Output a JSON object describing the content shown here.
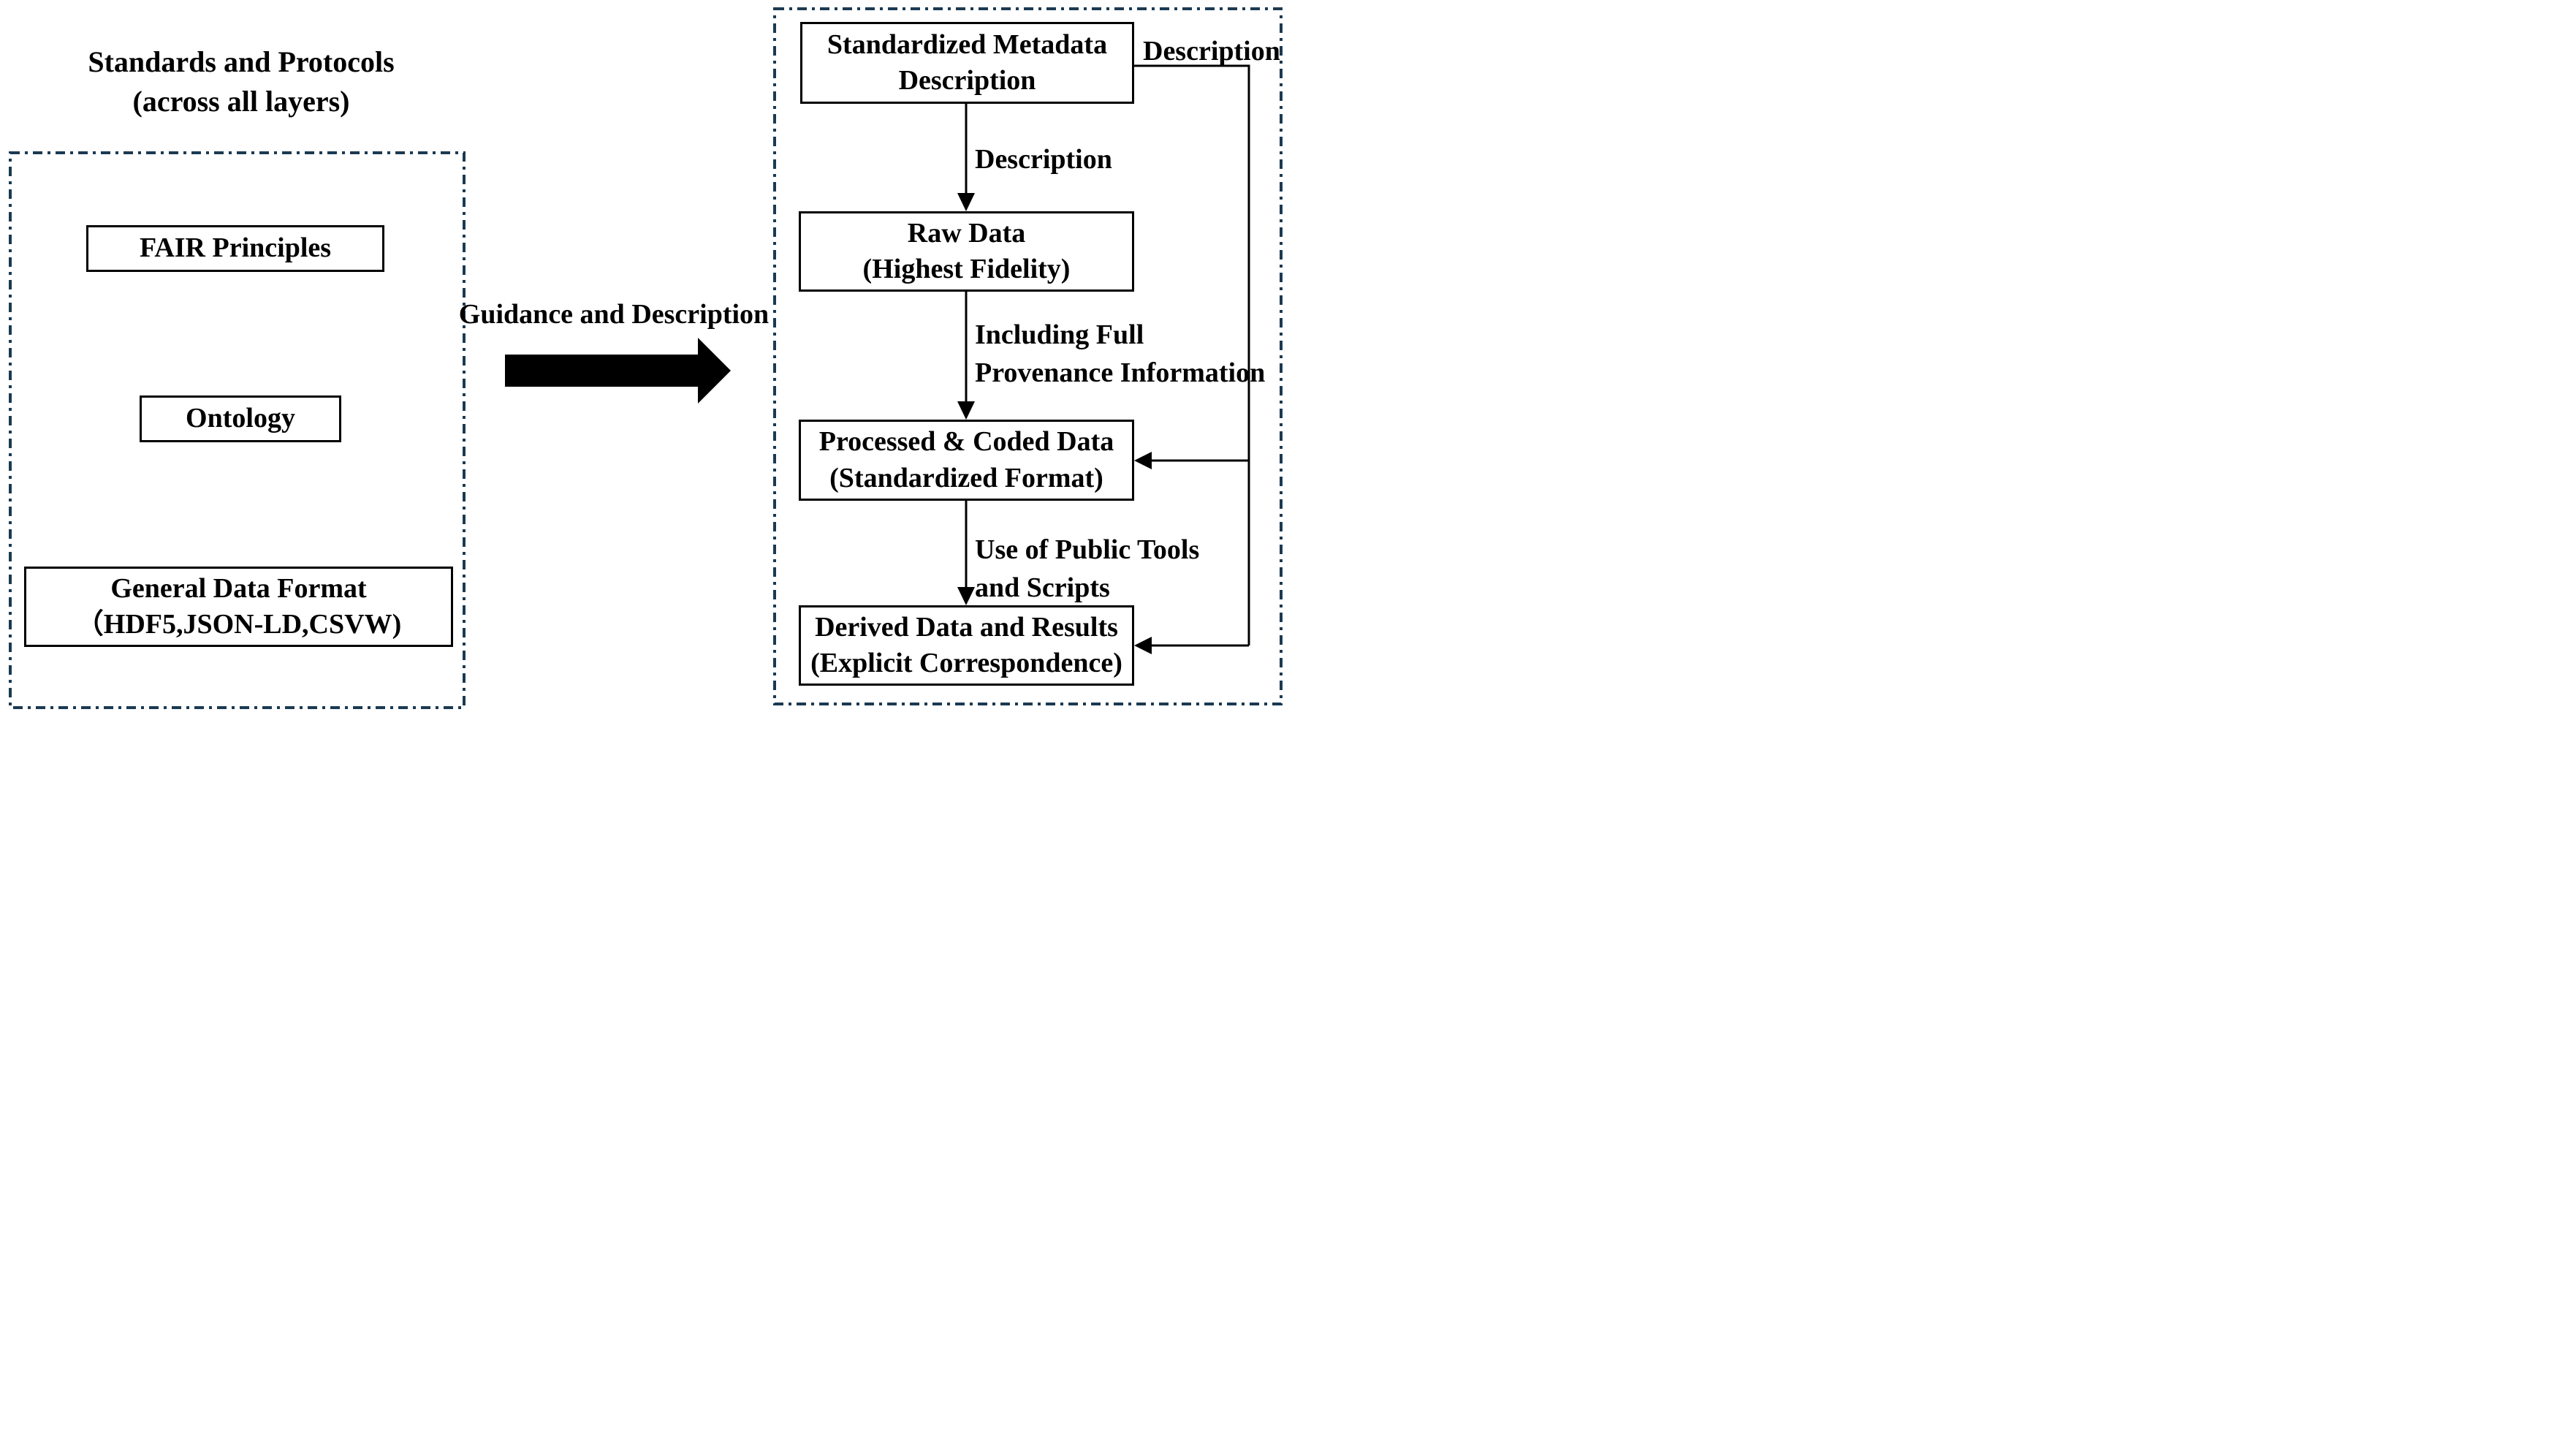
{
  "title": {
    "line1": "Standards and Protocols",
    "line2": "(across all layers)"
  },
  "left_panel": {
    "boxes": [
      {
        "label": "FAIR Principles"
      },
      {
        "label": "Ontology"
      },
      {
        "line1": "General Data Format",
        "line2": "（HDF5,JSON-LD,CSVW)"
      }
    ]
  },
  "connector": {
    "label": "Guidance and Description"
  },
  "right_panel": {
    "boxes": [
      {
        "line1": "Standardized Metadata",
        "line2": "Description"
      },
      {
        "line1": "Raw Data",
        "line2": "(Highest Fidelity)"
      },
      {
        "line1": "Processed & Coded Data",
        "line2": "(Standardized Format)"
      },
      {
        "line1": "Derived Data and Results",
        "line2": "(Explicit Correspondence)"
      }
    ],
    "edge_labels": {
      "top_feedback": "Description",
      "meta_to_raw": "Description",
      "raw_to_processed_line1": "Including Full",
      "raw_to_processed_line2": "Provenance Information",
      "processed_to_derived_line1": "Use of Public Tools",
      "processed_to_derived_line2": "and Scripts"
    }
  },
  "colors": {
    "dash_border": "#1b3a52",
    "line": "#000000",
    "text": "#000000",
    "background": "#ffffff"
  }
}
